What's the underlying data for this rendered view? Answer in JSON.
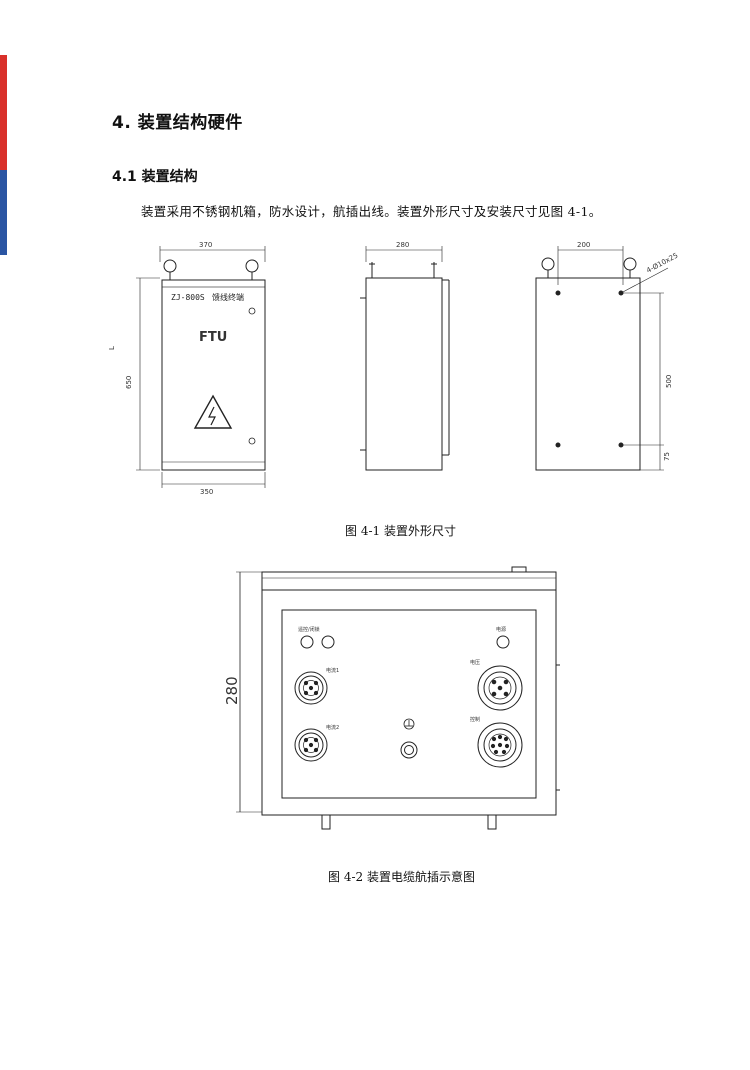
{
  "section": {
    "heading": "4.  装置结构硬件",
    "subheading": "4.1 装置结构",
    "paragraph": "装置采用不锈钢机箱，防水设计，航插出线。装置外形尺寸及安装尺寸见图 4-1。"
  },
  "figure1": {
    "caption": "图 4-1  装置外形尺寸",
    "front": {
      "top_width": "370",
      "height": "650",
      "bottom_width": "350",
      "model": "ZJ-800S",
      "name": "馈线终端",
      "ftu": "FTU",
      "side_mark": "L"
    },
    "side": {
      "depth": "280"
    },
    "mount": {
      "hole_spacing": "200",
      "hole_label": "4-Ø10x25",
      "vertical_spacing": "500",
      "bottom_offset": "75"
    }
  },
  "figure2": {
    "caption": "图 4-2  装置电缆航插示意图",
    "depth": "280",
    "labels": {
      "top_left": "遥控/闭锁",
      "top_right": "电源",
      "conn_tl": "电流1",
      "conn_bl": "电流2",
      "conn_tr": "电压",
      "conn_br": "控制"
    }
  }
}
